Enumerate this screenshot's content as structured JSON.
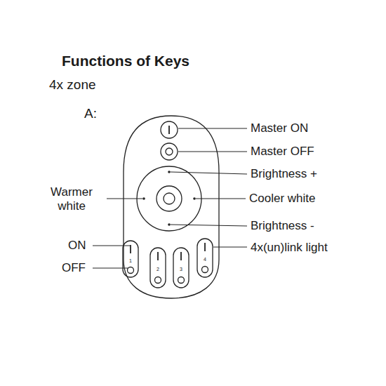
{
  "diagram": {
    "title": "Functions of Keys",
    "labels": [
      "4x zone",
      "A:",
      "Master ON",
      "Master OFF",
      "Brightness +",
      "Warmer white",
      "Cooler white",
      "Brightness -",
      "ON",
      "OFF",
      "4x(un)link light",
      "1",
      "2",
      "3",
      "4"
    ]
  }
}
